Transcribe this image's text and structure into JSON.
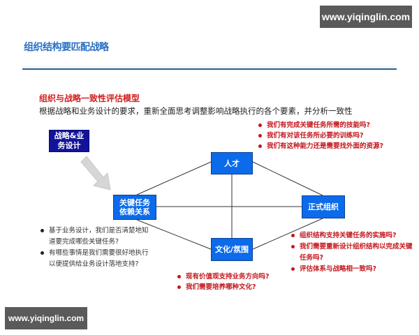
{
  "watermarks": {
    "top": "www.yiqinglin.com",
    "bottom": "www.yiqinglin.com"
  },
  "header": {
    "title": "组织结构要匹配战略"
  },
  "model": {
    "title": "组织与战略一致性评估模型",
    "subtitle": "根据战略和业务设计的要求，重新全面思考调整影响战略执行的各个要素，并分析一致性"
  },
  "strategy_box": {
    "line1": "战略&业",
    "line2": "务设计"
  },
  "colors": {
    "node_fill": "#0b6bea",
    "strategy_fill": "#13139a",
    "question_red": "#c4161c",
    "title_blue": "#2a6fc2"
  },
  "nodes": {
    "talent": {
      "label": "人才"
    },
    "tasks": {
      "line1": "关键任务",
      "line2": "依赖关系"
    },
    "org": {
      "label": "正式组织"
    },
    "culture": {
      "label": "文化/氛围"
    }
  },
  "questions": {
    "talent": [
      "我们有完成关键任务所需的技能吗?",
      "我们有对该任务所必要的训练吗?",
      "我们有这种能力还是需要找外面的资源?"
    ],
    "tasks": [
      "基于业务设计，我们是否清楚地知道要完成哪些关键任务?",
      "有哪些事情是我们需要很好地执行以便提供给业务设计落地支持?"
    ],
    "org": [
      "组织结构支持关键任务的实施吗?",
      "我们需要重新设计组织结构以完成关键任务吗?",
      "评估体系与战略相一致吗?"
    ],
    "culture": [
      "现有价值观支持业务方向吗?",
      "我们需要培养哪种文化?"
    ]
  }
}
